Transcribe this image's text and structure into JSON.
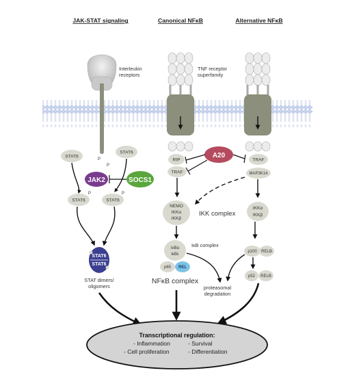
{
  "headers": {
    "jak_stat": "JAK-STAT signaling",
    "canonical": "Canonical NFκB",
    "alternative": "Alternative NFκB"
  },
  "receptor_labels": {
    "interleukin_line1": "Interleukin",
    "interleukin_line2": "receptors",
    "tnf_line1": "TNF receptor",
    "tnf_line2": "superfamily"
  },
  "jak_stat": {
    "stat6": "STAT6",
    "p": "P",
    "jak2": "JAK2",
    "socs1": "SOCS1",
    "dimer_stat6": "STAT6",
    "dimer_label_line1": "STAT dimers/",
    "dimer_label_line2": "oligomers"
  },
  "canonical": {
    "rip": "RIP",
    "traf": "TRAF",
    "a20": "A20",
    "nemo": "NEMO",
    "ikka": "IKKα",
    "ikkb": "IKKβ",
    "ikk_complex": "IKK complex",
    "ikba": "IκBα",
    "ikbe": "IκBε",
    "ikb_complex": "IκB complex",
    "p65": "p65",
    "rel": "REL",
    "nfkb_complex": "NFκB complex"
  },
  "alternative": {
    "traf": "TRAF",
    "map3k14": "MAP3K14",
    "ikka": "IKKα",
    "ikkb": "IKKβ",
    "p100": "p100",
    "relb": "RELB",
    "p52": "p52",
    "proteasomal_line1": "proteasomal",
    "proteasomal_line2": "degradation"
  },
  "transcription": {
    "title": "Transcriptional regulation:",
    "inflammation": "- Inflammation",
    "survival": "- Survival",
    "cell_proliferation": "- Cell proliferation",
    "differentiation": "- Differentiation"
  },
  "colors": {
    "membrane": "#b9c9e6",
    "receptor": "#8b8f7b",
    "node": "#d9d9cf",
    "jak2": "#7a3b8f",
    "socs1": "#5aa63c",
    "a20": "#b54b5e",
    "stat_dimer": "#3b3f8f",
    "rel": "#7cc3e6",
    "oval": "#d4d4d4"
  }
}
